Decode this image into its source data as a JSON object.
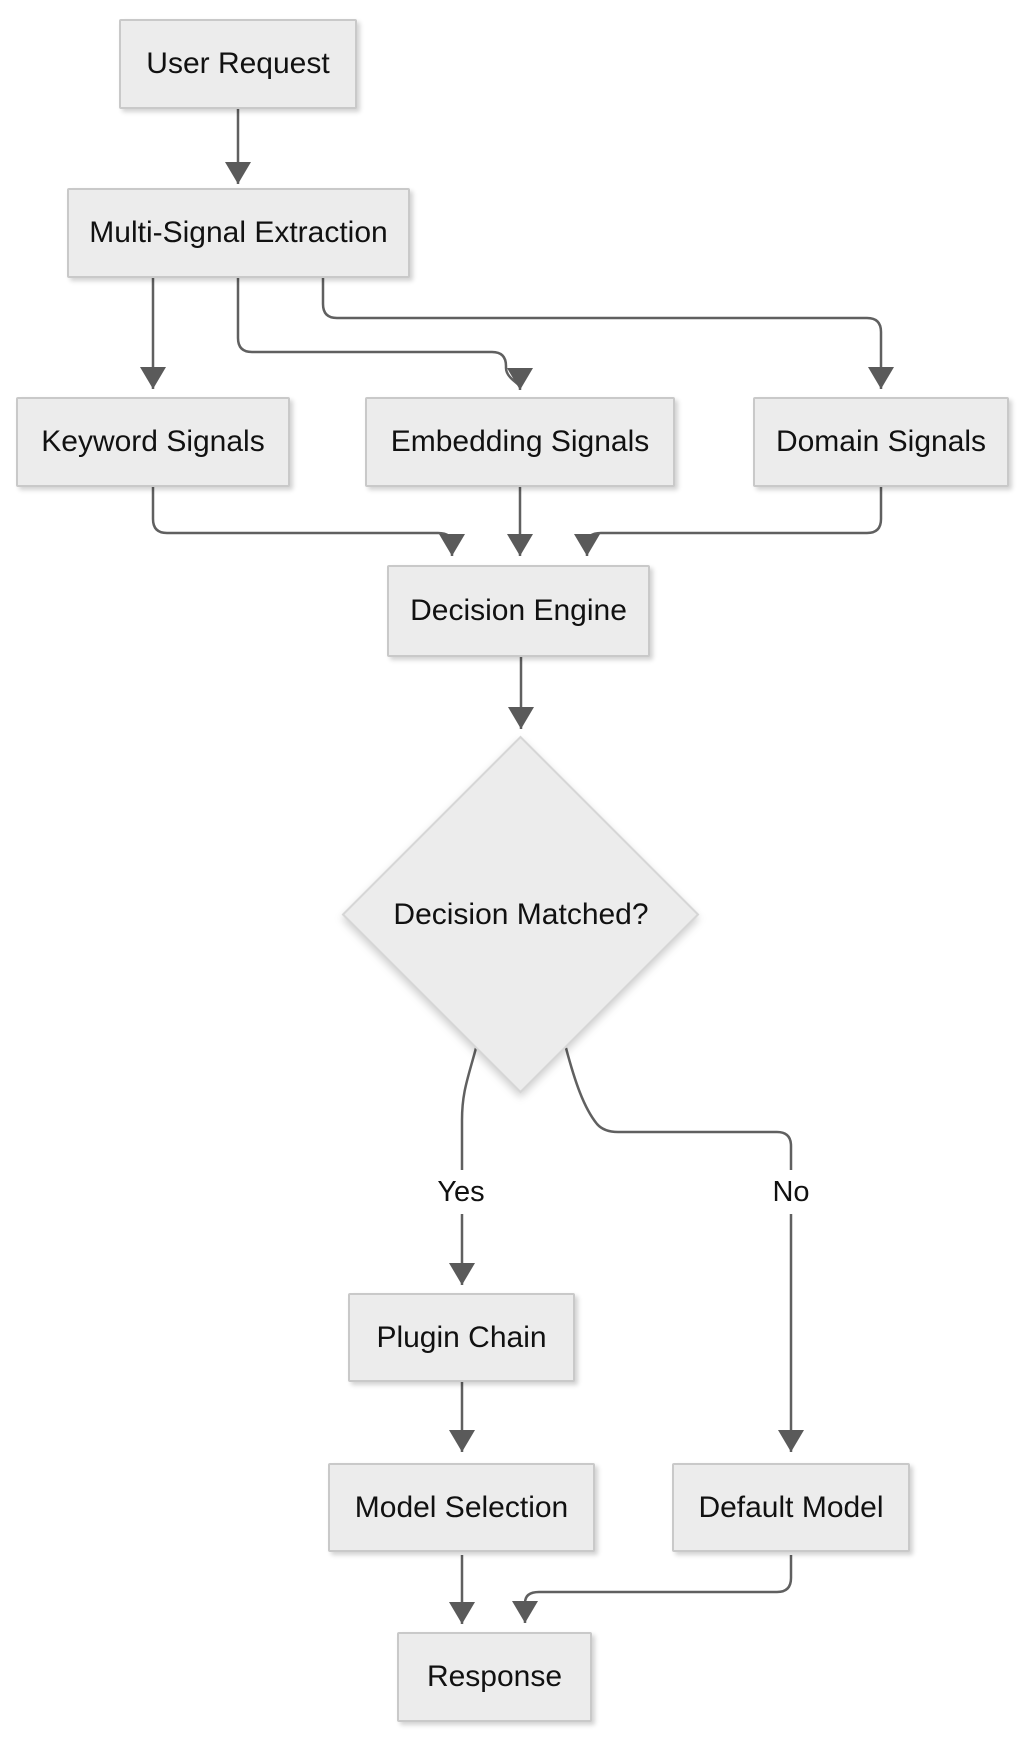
{
  "diagram": {
    "type": "flowchart",
    "direction": "top-down",
    "nodes": {
      "user_request": {
        "label": "User Request",
        "shape": "rect"
      },
      "multi_signal_extraction": {
        "label": "Multi-Signal Extraction",
        "shape": "rect"
      },
      "keyword_signals": {
        "label": "Keyword Signals",
        "shape": "rect"
      },
      "embedding_signals": {
        "label": "Embedding Signals",
        "shape": "rect"
      },
      "domain_signals": {
        "label": "Domain Signals",
        "shape": "rect"
      },
      "decision_engine": {
        "label": "Decision Engine",
        "shape": "rect"
      },
      "decision_matched": {
        "label": "Decision Matched?",
        "shape": "diamond"
      },
      "plugin_chain": {
        "label": "Plugin Chain",
        "shape": "rect"
      },
      "model_selection": {
        "label": "Model Selection",
        "shape": "rect"
      },
      "default_model": {
        "label": "Default Model",
        "shape": "rect"
      },
      "response": {
        "label": "Response",
        "shape": "rect"
      }
    },
    "edge_labels": {
      "yes": "Yes",
      "no": "No"
    },
    "edges": [
      {
        "from": "user_request",
        "to": "multi_signal_extraction",
        "label": ""
      },
      {
        "from": "multi_signal_extraction",
        "to": "keyword_signals",
        "label": ""
      },
      {
        "from": "multi_signal_extraction",
        "to": "embedding_signals",
        "label": ""
      },
      {
        "from": "multi_signal_extraction",
        "to": "domain_signals",
        "label": ""
      },
      {
        "from": "keyword_signals",
        "to": "decision_engine",
        "label": ""
      },
      {
        "from": "embedding_signals",
        "to": "decision_engine",
        "label": ""
      },
      {
        "from": "domain_signals",
        "to": "decision_engine",
        "label": ""
      },
      {
        "from": "decision_engine",
        "to": "decision_matched",
        "label": ""
      },
      {
        "from": "decision_matched",
        "to": "plugin_chain",
        "label": "Yes"
      },
      {
        "from": "decision_matched",
        "to": "default_model",
        "label": "No"
      },
      {
        "from": "plugin_chain",
        "to": "model_selection",
        "label": ""
      },
      {
        "from": "model_selection",
        "to": "response",
        "label": ""
      },
      {
        "from": "default_model",
        "to": "response",
        "label": ""
      }
    ],
    "colors": {
      "background": "#ffffff",
      "node_fill": "#ececec",
      "node_border": "#c9c9c9",
      "edge_stroke": "#606060",
      "arrowhead": "#5a5a5a",
      "text": "#111111"
    }
  }
}
